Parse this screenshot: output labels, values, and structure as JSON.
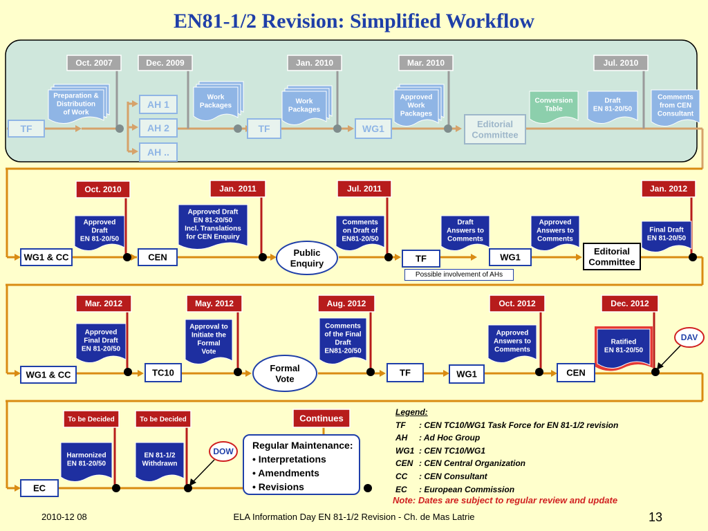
{
  "title": "EN81-1/2 Revision: Simplified Workflow",
  "colors": {
    "arrow": "#D98B12",
    "date_dark": "#B71C1C",
    "date_past": "#A6A6A6",
    "doc_blue": "#1E2FA0",
    "box_border": "#1F3FA8",
    "past_panel": "#CFE7DC",
    "past_blue": "#8FB5E5",
    "past_green": "#8CCFAC"
  },
  "row0": {
    "dates": [
      "Oct. 2007",
      "Dec. 2009",
      "Jan. 2010",
      "Mar. 2010",
      "Jul. 2010"
    ],
    "docs": [
      {
        "lines": [
          "Preparation &",
          "Distribution",
          "of Work"
        ]
      },
      {
        "lines": [
          "Work",
          "Packages"
        ]
      },
      {
        "lines": [
          "Work",
          "Packages"
        ]
      },
      {
        "lines": [
          "Approved",
          "Work",
          "Packages"
        ]
      },
      {
        "lines": [
          "Conversion",
          "Table"
        ]
      },
      {
        "lines": [
          "Draft",
          "EN 81-20/50"
        ]
      },
      {
        "lines": [
          "Comments",
          "from CEN",
          "Consultant"
        ]
      }
    ],
    "boxes": [
      "TF",
      "AH 1",
      "AH 2",
      "AH ..",
      "TF",
      "WG1",
      "Editorial Committee"
    ]
  },
  "row1": {
    "dates": [
      "Oct. 2010",
      "Jan. 2011",
      "Jul. 2011",
      "Jan. 2012"
    ],
    "docs": [
      {
        "lines": [
          "Approved",
          "Draft",
          "EN 81-20/50"
        ]
      },
      {
        "lines": [
          "Approved Draft",
          "EN 81-20/50",
          "Incl. Translations",
          "for CEN Enquiry"
        ]
      },
      {
        "lines": [
          "Comments",
          "on  Draft of",
          "EN81-20/50"
        ]
      },
      {
        "lines": [
          "Draft",
          "Answers to",
          "Comments"
        ]
      },
      {
        "lines": [
          "Approved",
          "Answers to",
          "Comments"
        ]
      },
      {
        "lines": [
          "Final Draft",
          "EN 81-20/50"
        ]
      }
    ],
    "boxes": [
      "WG1 & CC",
      "CEN",
      "TF",
      "WG1",
      "Editorial Committee"
    ],
    "ellipse": [
      "Public",
      "Enquiry"
    ],
    "note": "Possible involvement of AHs"
  },
  "row2": {
    "dates": [
      "Mar. 2012",
      "May. 2012",
      "Aug. 2012",
      "Oct. 2012",
      "Dec. 2012"
    ],
    "docs": [
      {
        "lines": [
          "Approved",
          "Final Draft",
          "EN 81-20/50"
        ]
      },
      {
        "lines": [
          "Approval to",
          "Initiate the",
          "Formal",
          "Vote"
        ]
      },
      {
        "lines": [
          "Comments",
          "of the Final",
          "Draft",
          "EN81-20/50"
        ]
      },
      {
        "lines": [
          "Approved",
          "Answers to",
          "Comments"
        ]
      },
      {
        "lines": [
          "Ratified",
          "EN 81-20/50"
        ]
      }
    ],
    "boxes": [
      "WG1 & CC",
      "TC10",
      "TF",
      "WG1",
      "CEN"
    ],
    "ellipse": [
      "Formal",
      "Vote"
    ],
    "callout": "DAV"
  },
  "row3": {
    "dates": [
      "To be Decided",
      "To be Decided"
    ],
    "docs": [
      {
        "lines": [
          "Harmonized",
          "EN 81-20/50"
        ]
      },
      {
        "lines": [
          "EN 81-1/2",
          "Withdrawn"
        ]
      }
    ],
    "boxes": [
      "EC"
    ],
    "callout": "DOW",
    "continues": "Continues",
    "maintenance": {
      "title": "Regular Maintenance:",
      "items": [
        "• Interpretations",
        "• Amendments",
        "• Revisions"
      ]
    }
  },
  "legend": {
    "title": "Legend:",
    "rows": [
      {
        "key": "TF",
        "text": ": CEN TC10/WG1 Task Force for EN 81-1/2 revision"
      },
      {
        "key": "AH",
        "text": ": Ad Hoc Group"
      },
      {
        "key": "WG1",
        "text": ": CEN TC10/WG1"
      },
      {
        "key": "CEN",
        "text": ": CEN Central Organization"
      },
      {
        "key": "CC",
        "text": ": CEN Consultant"
      },
      {
        "key": "EC",
        "text": ": European Commission"
      }
    ],
    "note": "Note: Dates are subject to regular review and update"
  },
  "footer": {
    "date": "2010-12 08",
    "center": "ELA Information Day EN 81-1/2 Revision - Ch. de Mas Latrie",
    "page": "13"
  }
}
